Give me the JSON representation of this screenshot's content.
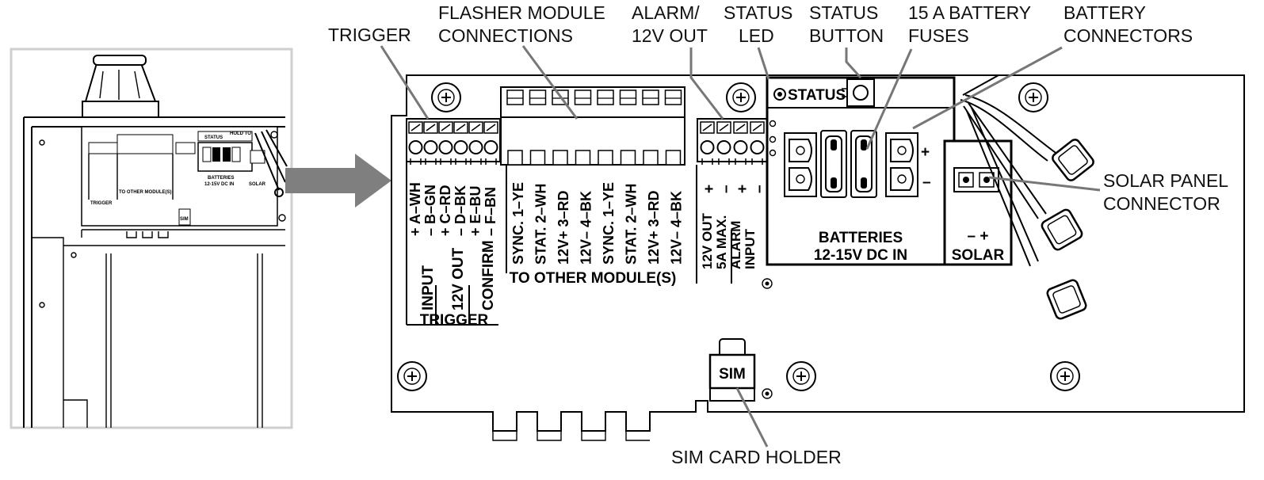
{
  "callouts": {
    "trigger": "TRIGGER",
    "flasher_1": "FLASHER MODULE",
    "flasher_2": "CONNECTIONS",
    "alarm_1": "ALARM/",
    "alarm_2": "12V OUT",
    "status_led_1": "STATUS",
    "status_led_2": "LED",
    "status_button_1": "STATUS",
    "status_button_2": "BUTTON",
    "fuses_1": "15 A BATTERY",
    "fuses_2": "FUSES",
    "battery_conn_1": "BATTERY",
    "battery_conn_2": "CONNECTORS",
    "solar_conn_1": "SOLAR PANEL",
    "solar_conn_2": "CONNECTOR",
    "sim_holder": "SIM CARD HOLDER"
  },
  "board": {
    "status_label": "STATUS",
    "sim_label": "SIM",
    "trigger_terminals": [
      "+ A–WH",
      "– B–GN",
      "+ C–RD",
      "– D–BK",
      "+ E–BU",
      "– F–BN"
    ],
    "trigger_groups": [
      "INPUT",
      "12V OUT",
      "CONFIRM"
    ],
    "trigger_footer": "TRIGGER",
    "module_terminals": [
      "SYNC. 1–YE",
      "STAT. 2–WH",
      "12V+ 3–RD",
      "12V– 4–BK",
      "SYNC. 1–YE",
      "STAT. 2–WH",
      "12V+ 3–RD",
      "12V– 4–BK"
    ],
    "module_footer": "TO OTHER MODULE(S)",
    "alarm_terminals": [
      "+",
      "–",
      "+",
      "–"
    ],
    "alarm_groups": [
      "12V OUT",
      "5A MAX.",
      "ALARM",
      "INPUT"
    ],
    "battery_plus": "+",
    "battery_minus": "–",
    "battery_label_1": "BATTERIES",
    "battery_label_2": "12-15V DC IN",
    "solar_polarity": "– +",
    "solar_label": "SOLAR"
  },
  "inset": {
    "status_text": "STATUS",
    "hold_text": "HOLD TO",
    "batteries_text": "BATTERIES",
    "dc_text": "12-15V DC IN",
    "solar_text": "SOLAR",
    "trigger_text": "TRIGGER",
    "modules_text": "TO OTHER MODULE(S)",
    "sim_text": "SIM"
  }
}
